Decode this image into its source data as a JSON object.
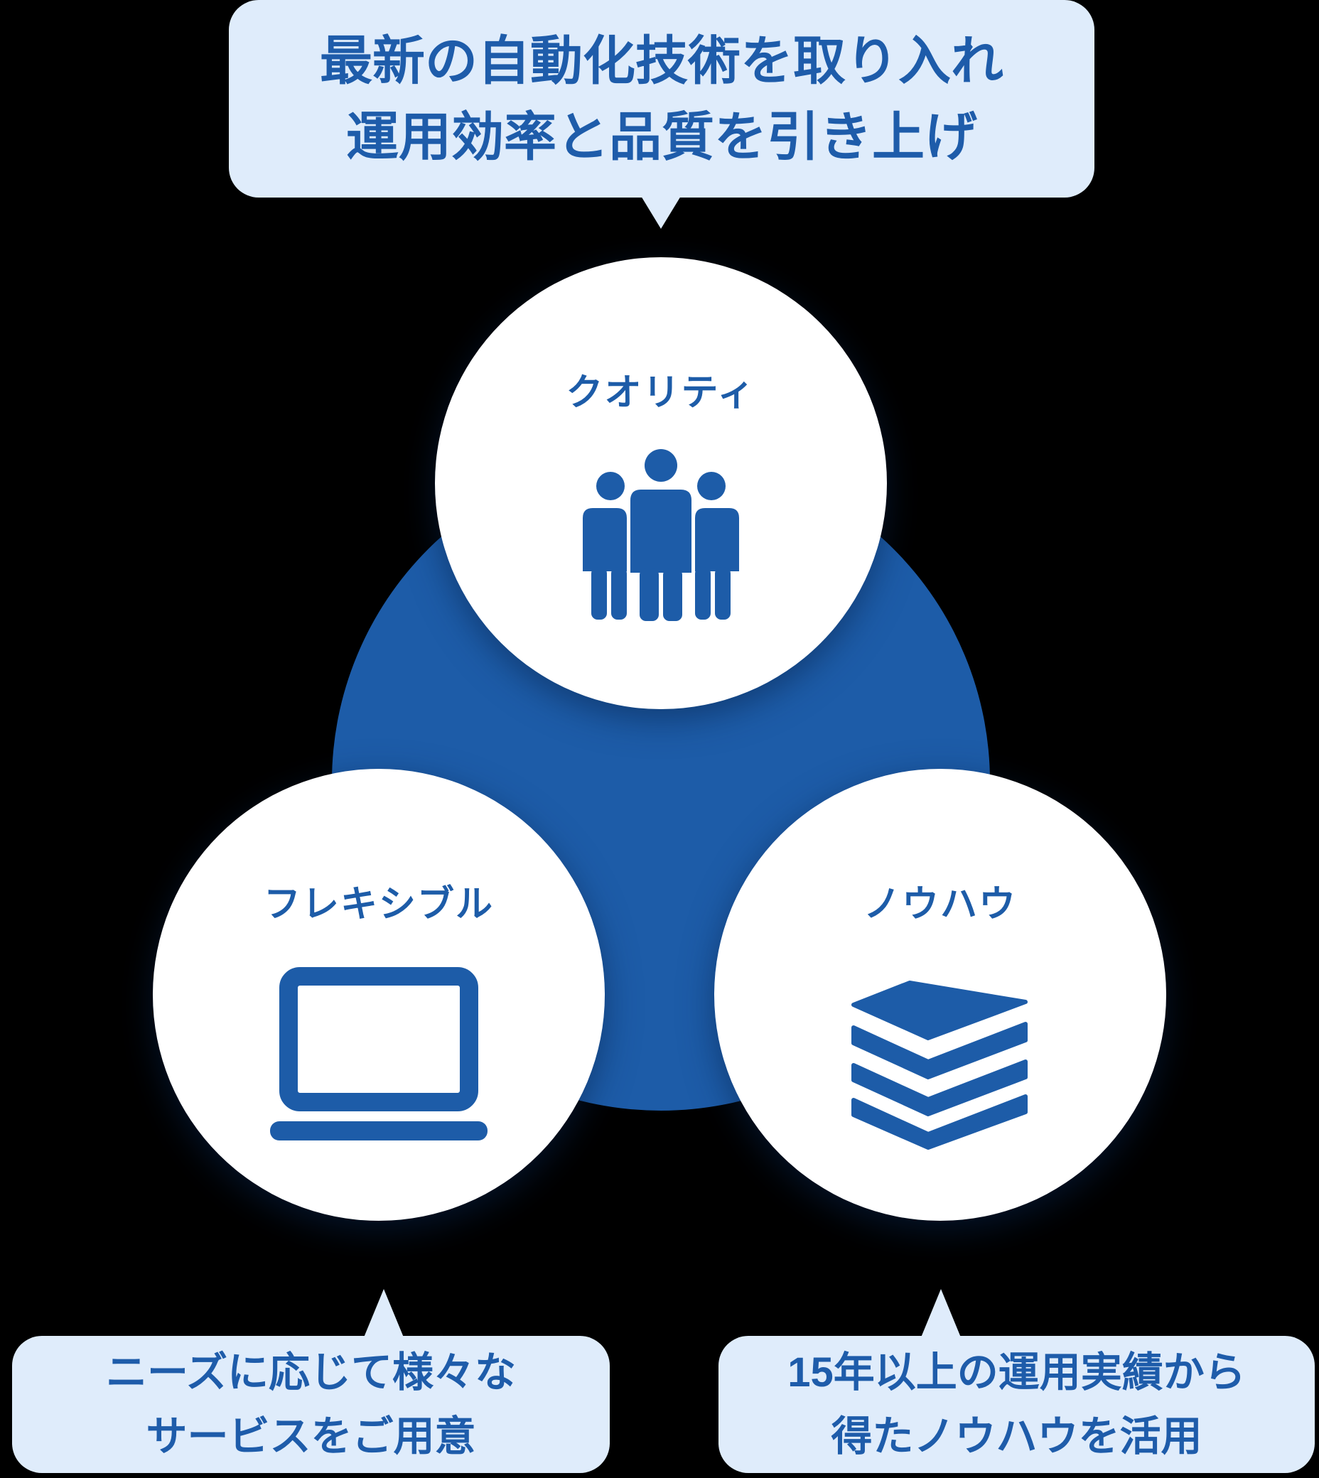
{
  "colors": {
    "blue": "#1d5ca8",
    "text_blue": "#1e5caa",
    "bubble": "#dfecfb",
    "circle_bg": "#ffffff",
    "background": "#000000"
  },
  "callout_top": {
    "line1": "最新の自動化技術を取り入れ",
    "line2": "運用効率と品質を引き上げ"
  },
  "callout_bottom_left": {
    "line1": "ニーズに応じて様々な",
    "line2": "サービスをご用意"
  },
  "callout_bottom_right": {
    "line1": "15年以上の運用実績から",
    "line2": "得たノウハウを活用"
  },
  "circle_top": {
    "label": "クオリティ",
    "icon": "people-icon"
  },
  "circle_left": {
    "label": "フレキシブル",
    "icon": "laptop-icon"
  },
  "circle_right": {
    "label": "ノウハウ",
    "icon": "books-icon"
  }
}
